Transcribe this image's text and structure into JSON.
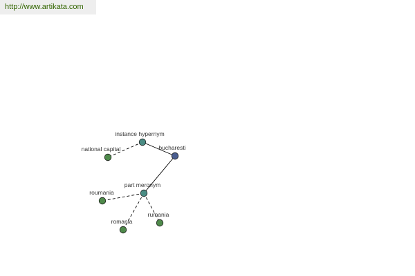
{
  "banner": {
    "url_text": "http://www.artikata.com"
  },
  "colors": {
    "banner_text": "#336600",
    "banner_bg": "#eeeeee",
    "label_text": "#333333",
    "edge": "#000000",
    "node_focus": "#4a5d8f",
    "node_relation": "#4a8c84",
    "node_leaf": "#4f8a4b",
    "node_outline": "#1a1a1a"
  },
  "graph": {
    "nodes": [
      {
        "id": "bucharesti",
        "label": "bucharesti",
        "kind": "focus"
      },
      {
        "id": "instance-hypernym",
        "label": "instance hypernym",
        "kind": "relation"
      },
      {
        "id": "national-capital",
        "label": "national capital",
        "kind": "leaf"
      },
      {
        "id": "part-meronym",
        "label": "part meronym",
        "kind": "relation"
      },
      {
        "id": "roumania",
        "label": "roumania",
        "kind": "leaf"
      },
      {
        "id": "romania",
        "label": "romania",
        "kind": "leaf"
      },
      {
        "id": "rumania",
        "label": "rumania",
        "kind": "leaf"
      }
    ],
    "edges": [
      {
        "from": "bucharesti",
        "to": "instance-hypernym",
        "style": "solid"
      },
      {
        "from": "bucharesti",
        "to": "part-meronym",
        "style": "solid"
      },
      {
        "from": "instance-hypernym",
        "to": "national-capital",
        "style": "dashed"
      },
      {
        "from": "part-meronym",
        "to": "roumania",
        "style": "dashed"
      },
      {
        "from": "part-meronym",
        "to": "romania",
        "style": "dashed"
      },
      {
        "from": "part-meronym",
        "to": "rumania",
        "style": "dashed"
      }
    ]
  }
}
